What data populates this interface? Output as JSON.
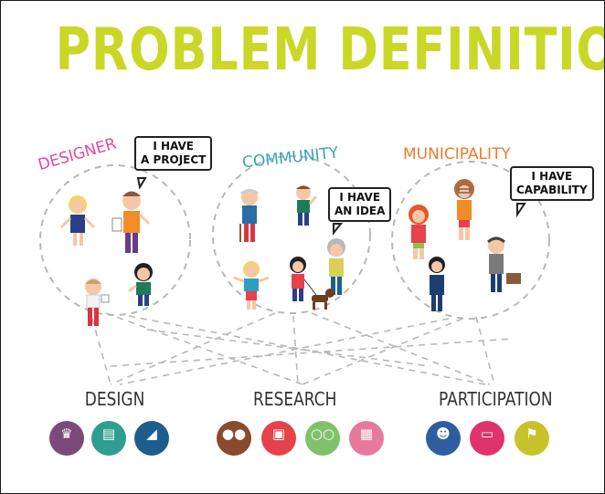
{
  "title": "PROBLEM DEFINITION",
  "groups": {
    "designer": {
      "label": "DESIGNER",
      "bubble_line1": "I HAVE",
      "bubble_line2": "A PROJECT"
    },
    "community": {
      "label": "COMMUNITY",
      "bubble_line1": "I HAVE",
      "bubble_line2": "AN IDEA"
    },
    "municipality": {
      "label": "MUNICIPALITY",
      "bubble_line1": "I HAVE",
      "bubble_line2": "CAPABILITY"
    }
  },
  "categories": {
    "design": {
      "label": "DESIGN",
      "icons": [
        {
          "name": "crown-icon",
          "color": "#7b4a7a"
        },
        {
          "name": "document-icon",
          "color": "#2f9e8f"
        },
        {
          "name": "shoe-icon",
          "color": "#1e5e8c"
        }
      ]
    },
    "research": {
      "label": "RESEARCH",
      "icons": [
        {
          "name": "dots-icon",
          "color": "#8a4a2c"
        },
        {
          "name": "robot-icon",
          "color": "#e5424d"
        },
        {
          "name": "chat-icon",
          "color": "#7fc26b"
        },
        {
          "name": "grid-icon",
          "color": "#e57a9c"
        }
      ]
    },
    "participation": {
      "label": "PARTICIPATION",
      "icons": [
        {
          "name": "people-icon",
          "color": "#2f5ea0"
        },
        {
          "name": "screen-icon",
          "color": "#e0336d"
        },
        {
          "name": "badge-icon",
          "color": "#c7c32a"
        }
      ]
    }
  },
  "colors": {
    "title": "#c9d826",
    "designer": "#e8469a",
    "community": "#3aa5b5",
    "municipality": "#f07a2a",
    "dashed_line": "#b8b8b8"
  }
}
